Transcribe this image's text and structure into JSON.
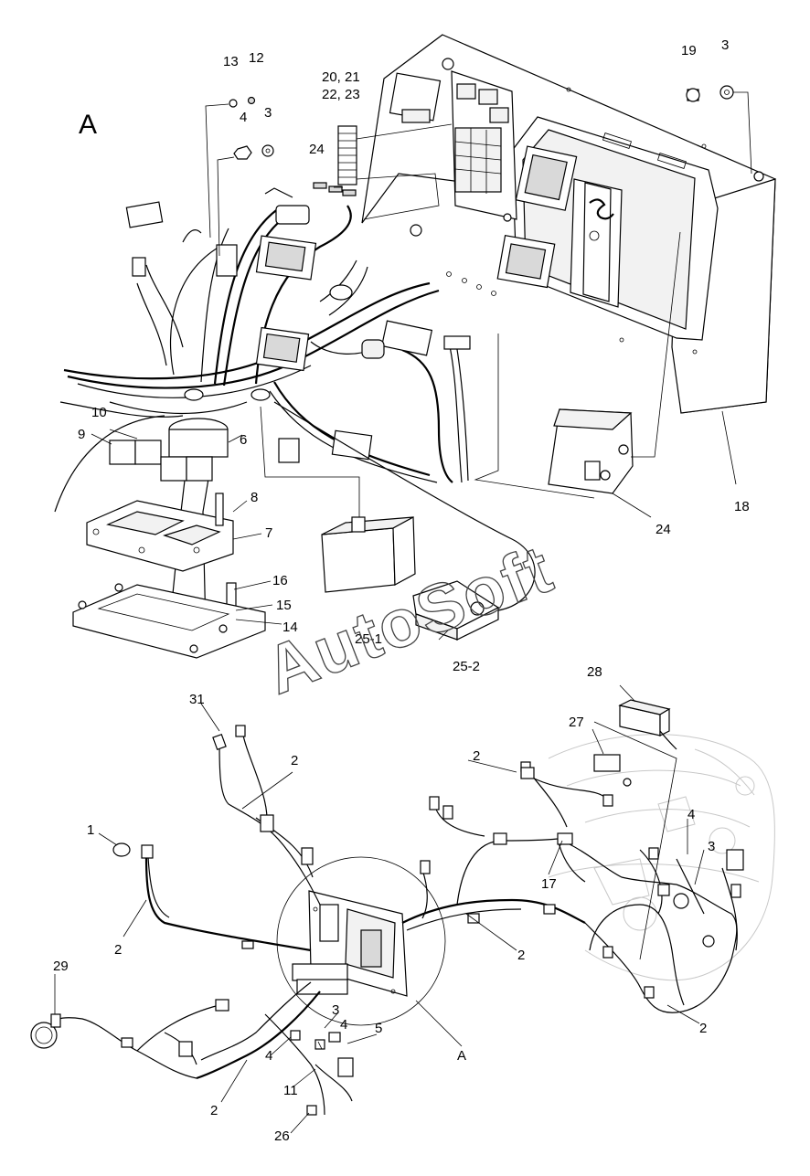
{
  "view_letter": "A",
  "detail_callout": "A",
  "watermark": "AutoSoft",
  "labels": {
    "n13": "13",
    "n12": "12",
    "n4a": "4",
    "n3a": "3",
    "n20": "20, 21",
    "n22": "22, 23",
    "n24a": "24",
    "n19": "19",
    "n3b": "3",
    "n10": "10",
    "n9": "9",
    "n6": "6",
    "n8": "8",
    "n7": "7",
    "n16": "16",
    "n15": "15",
    "n14": "14",
    "n25_1": "25-1",
    "n25_2": "25-2",
    "n24b": "24",
    "n18": "18",
    "n31": "31",
    "n2a": "2",
    "n1": "1",
    "n2b": "2",
    "n29": "29",
    "n2c": "2",
    "n4b": "4",
    "n3c": "3",
    "n4c": "4",
    "n5": "5",
    "n11": "11",
    "n26": "26",
    "n28": "28",
    "n27": "27",
    "n2d": "2",
    "n17": "17",
    "n4d": "4",
    "n3d": "3",
    "n2e": "2",
    "n2f": "2"
  }
}
